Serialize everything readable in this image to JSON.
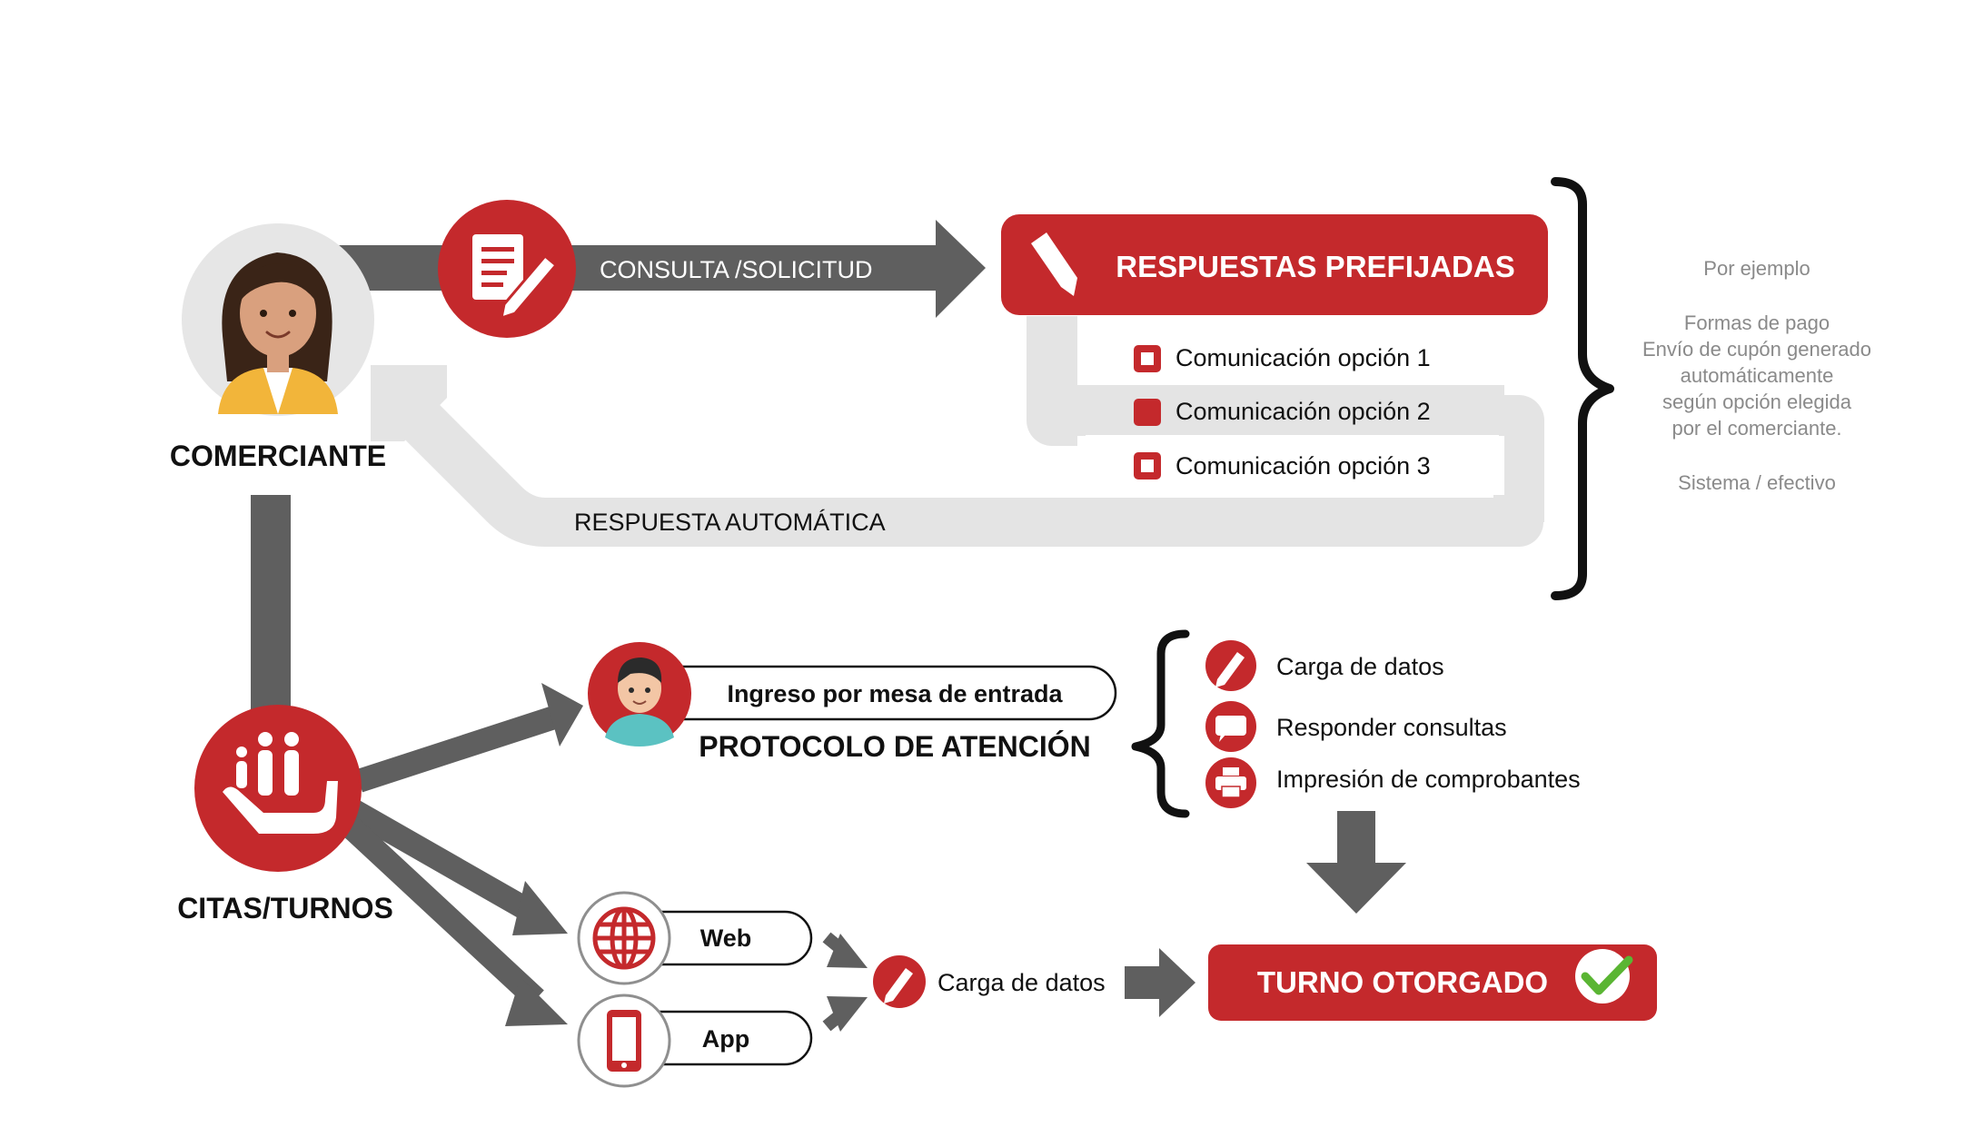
{
  "colors": {
    "red": "#c4292c",
    "dark_gray": "#5f5f5f",
    "light_gray": "#e4e4e4",
    "circle_gray": "#e6e6e6",
    "black": "#111111",
    "note_gray": "#8a8a8a",
    "check_green": "#5ab533"
  },
  "actor": {
    "label": "COMERCIANTE",
    "avatar_icon": "woman-avatar-icon"
  },
  "query": {
    "label": "CONSULTA /SOLICITUD",
    "icon": "document-pencil-icon"
  },
  "prefixed_responses": {
    "title": "RESPUESTAS PREFIJADAS",
    "icon": "pencil-icon",
    "options": [
      "Comunicación opción 1",
      "Comunicación opción 2",
      "Comunicación opción 3"
    ]
  },
  "auto_response": {
    "label": "RESPUESTA AUTOMÁTICA"
  },
  "note": {
    "title": "Por ejemplo",
    "lines": [
      "Formas de pago",
      "Envío de cupón generado",
      "automáticamente",
      "según opción elegida",
      "por el comerciante."
    ],
    "footer": "Sistema / efectivo"
  },
  "appointments": {
    "label": "CITAS/TURNOS",
    "icon": "hand-people-icon"
  },
  "desk": {
    "entry_label": "Ingreso por mesa de entrada",
    "protocol_label": "PROTOCOLO DE ATENCIÓN",
    "avatar_icon": "man-avatar-icon",
    "tasks": [
      {
        "label": "Carga de datos",
        "icon": "pencil-icon"
      },
      {
        "label": "Responder consultas",
        "icon": "chat-bubble-icon"
      },
      {
        "label": "Impresión de comprobantes",
        "icon": "printer-icon"
      }
    ]
  },
  "channels": {
    "web": {
      "label": "Web",
      "icon": "globe-icon"
    },
    "app": {
      "label": "App",
      "icon": "smartphone-icon"
    },
    "data_entry": {
      "label": "Carga de datos",
      "icon": "pencil-icon"
    }
  },
  "result": {
    "label": "TURNO OTORGADO",
    "icon": "checkmark-icon"
  }
}
